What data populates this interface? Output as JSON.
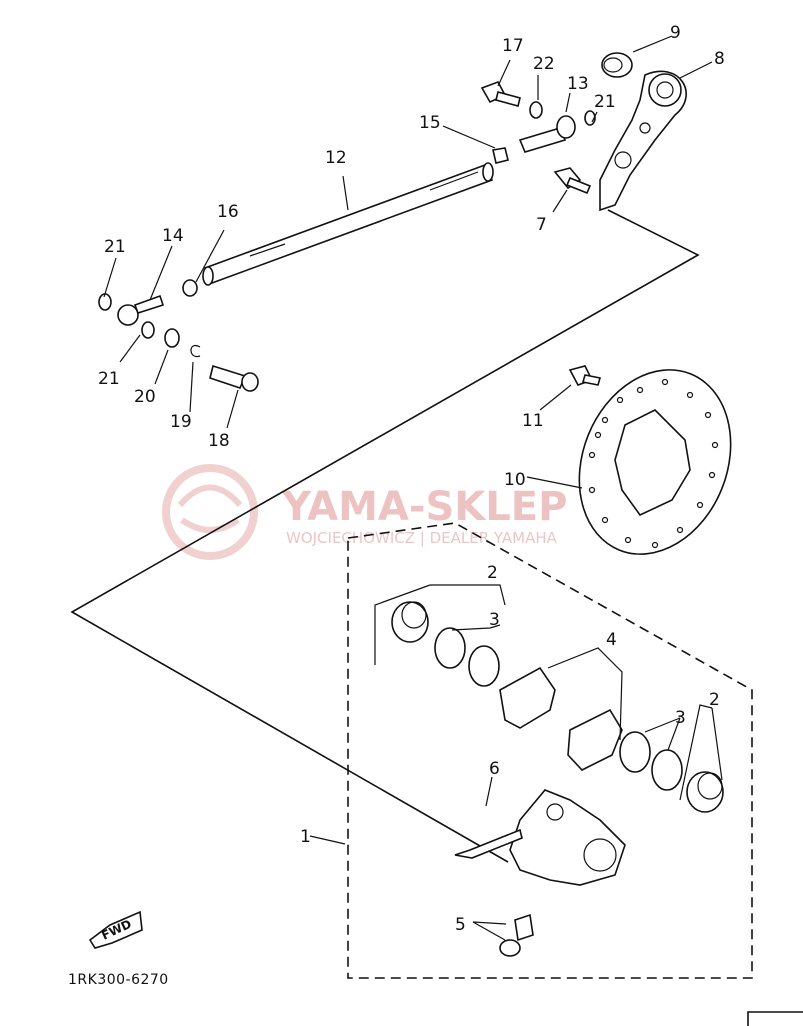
{
  "diagram": {
    "code": "1RK300-6270",
    "fwd_label": "FWD",
    "watermark": {
      "title": "YAMA-SKLEP",
      "subtitle": "WOJCIECHOWICZ | DEALER YAMAHA"
    },
    "callouts": {
      "c1": "1",
      "c2a": "2",
      "c2b": "2",
      "c3a": "3",
      "c3b": "3",
      "c4": "4",
      "c5": "5",
      "c6": "6",
      "c7": "7",
      "c8": "8",
      "c9": "9",
      "c10": "10",
      "c11": "11",
      "c12": "12",
      "c13": "13",
      "c14": "14",
      "c15": "15",
      "c16": "16",
      "c17": "17",
      "c18": "18",
      "c19": "19",
      "c20": "20",
      "c21a": "21",
      "c21b": "21",
      "c21c": "21",
      "c22": "22"
    }
  }
}
